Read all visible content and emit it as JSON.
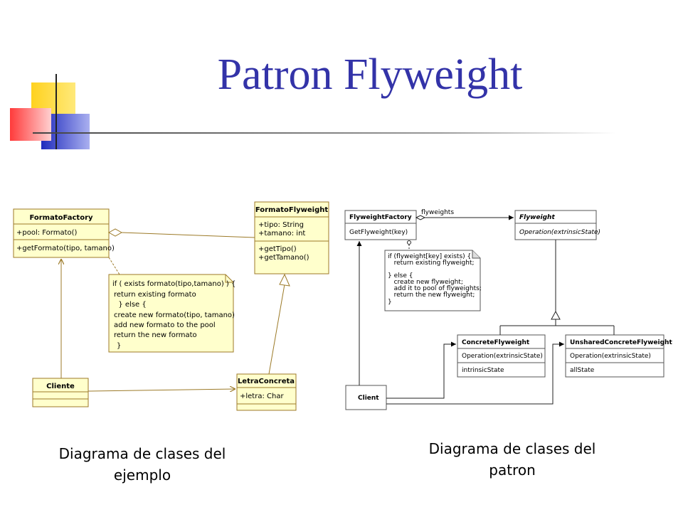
{
  "slide": {
    "title": "Patron Flyweight",
    "caption_left": [
      "Diagrama de clases del",
      "ejemplo"
    ],
    "caption_right": [
      "Diagrama de clases del",
      "patron"
    ]
  },
  "example_diagram": {
    "formato_factory": {
      "name": "FormatoFactory",
      "attributes": [
        "+pool: Formato()"
      ],
      "operations": [
        "+getFormato(tipo, tamano)"
      ]
    },
    "formato_flyweight": {
      "name": "FormatoFlyweight",
      "attributes": [
        "+tipo: String",
        "+tamano: int"
      ],
      "operations": [
        "+getTipo()",
        "+getTamano()"
      ]
    },
    "cliente": {
      "name": "Cliente"
    },
    "letra_concreta": {
      "name": "LetraConcreta",
      "attributes": [
        "+letra: Char"
      ]
    },
    "note_lines": [
      "if (  exists formato(tipo,tamano) ) {",
      "return existing formato",
      "  } else {",
      "create new formato(tipo, tamano)",
      "add new formato to the pool",
      "return the new formato",
      "}"
    ]
  },
  "pattern_diagram": {
    "flyweight_factory": {
      "name": "FlyweightFactory",
      "operation": "GetFlyweight(key)"
    },
    "association_label": "flyweights",
    "flyweight": {
      "name": "Flyweight",
      "operation": "Operation(extrinsicState)"
    },
    "note_lines": [
      "if (flyweight[key] exists) {",
      "   return existing flyweight;",
      "",
      "} else {",
      "   create new flyweight;",
      "   add it to pool of flyweights;",
      "   return the new flyweight;",
      "}"
    ],
    "concrete_flyweight": {
      "name": "ConcreteFlyweight",
      "operation": "Operation(extrinsicState)",
      "attribute": "intrinsicState"
    },
    "unshared_concrete_flyweight": {
      "name": "UnsharedConcreteFlyweight",
      "operation": "Operation(extrinsicState)",
      "attribute": "allState"
    },
    "client": {
      "name": "Client"
    }
  },
  "colors": {
    "title": "#3333a8",
    "uml_fill": "#ffffcc",
    "uml_stroke": "#9c7a28",
    "deco_yellow": "#ffd21f",
    "deco_red": "#ff3b3b",
    "deco_blue": "#2a35c8"
  }
}
